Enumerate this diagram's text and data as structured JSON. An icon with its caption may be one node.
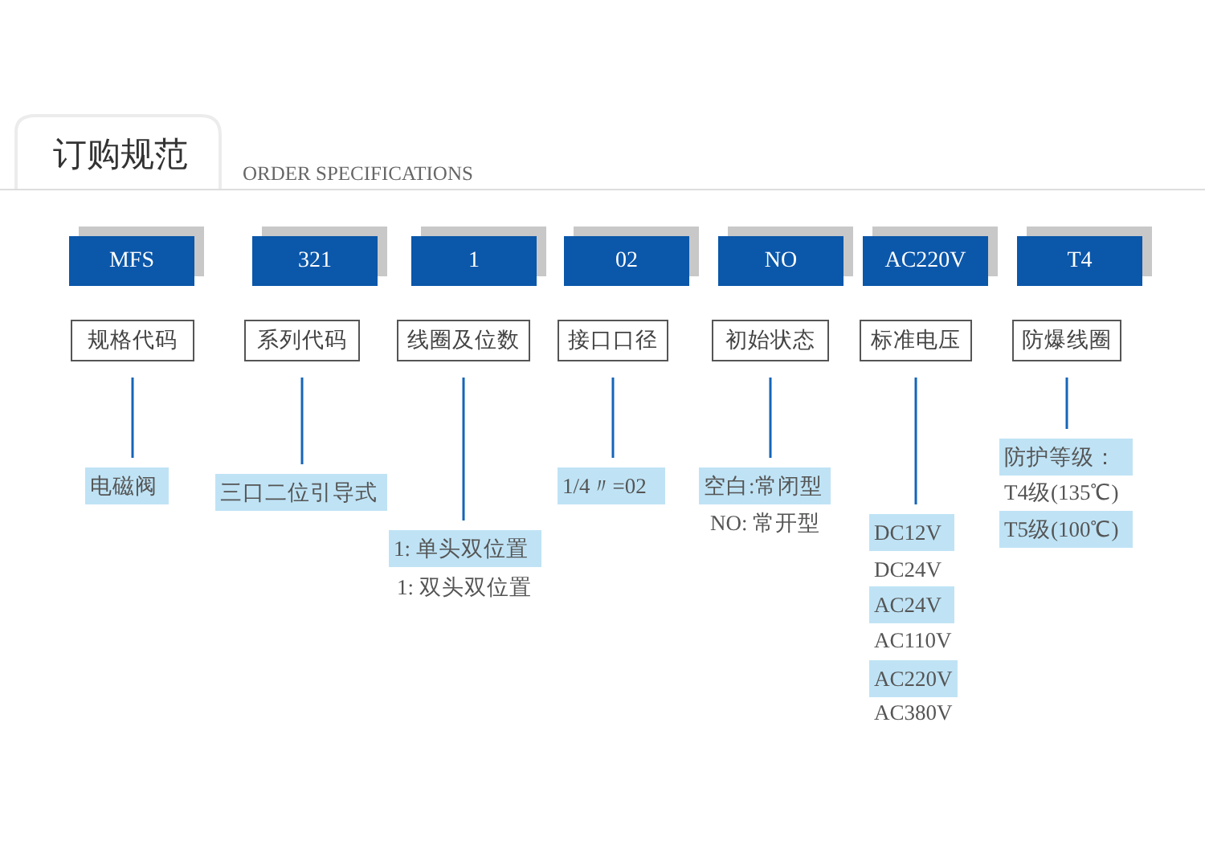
{
  "diagram": {
    "title": "订购规范",
    "nodes": [
      {
        "text": [
          "MFS"
        ]
      },
      {
        "text": [
          "321"
        ]
      },
      {
        "text": [
          "1"
        ]
      },
      {
        "text": [
          "02"
        ]
      },
      {
        "text": [
          "NO"
        ]
      },
      {
        "text": [
          "AC220V"
        ]
      },
      {
        "text": [
          "T4"
        ]
      },
      {
        "text": [
          "规格代码"
        ]
      },
      {
        "text": [
          "系列代码"
        ]
      },
      {
        "text": [
          "线圈及位数"
        ]
      },
      {
        "text": [
          "接口口径"
        ]
      },
      {
        "text": [
          "初始状态"
        ]
      },
      {
        "text": [
          "标准电压"
        ]
      },
      {
        "text": [
          "防爆线圈"
        ]
      },
      {
        "text": [
          "电磁阀"
        ]
      },
      {
        "text": [
          "三口二位引导式"
        ]
      },
      {
        "text": [
          "1: 单头双位置"
        ]
      },
      {
        "text": [
          "1/4〃=02"
        ]
      },
      {
        "text": [
          "空白:常闭型"
        ]
      },
      {
        "text": [
          "DC12V"
        ]
      },
      {
        "text": [
          "防护等级："
        ]
      },
      {
        "text": [
          "AC24V"
        ]
      },
      {
        "text": [
          "AC220V"
        ]
      },
      {
        "text": [
          "T5级(100℃)"
        ]
      }
    ],
    "edges": [
      {
        "from": 7,
        "to": 14,
        "arrow": "none"
      },
      {
        "from": 8,
        "to": 15,
        "arrow": "none"
      },
      {
        "from": 9,
        "to": 16,
        "arrow": "none"
      },
      {
        "from": 10,
        "to": 17,
        "arrow": "none"
      },
      {
        "from": 11,
        "to": 18,
        "arrow": "none"
      },
      {
        "from": 12,
        "to": 19,
        "arrow": "none"
      },
      {
        "from": 13,
        "to": 20,
        "arrow": "none"
      }
    ],
    "labels": [
      "ORDER SPECIFICATIONS",
      "1: 双头双位置",
      "NO: 常开型",
      "DC24V",
      "AC110V",
      "AC380V",
      "T4级(135℃)"
    ]
  }
}
